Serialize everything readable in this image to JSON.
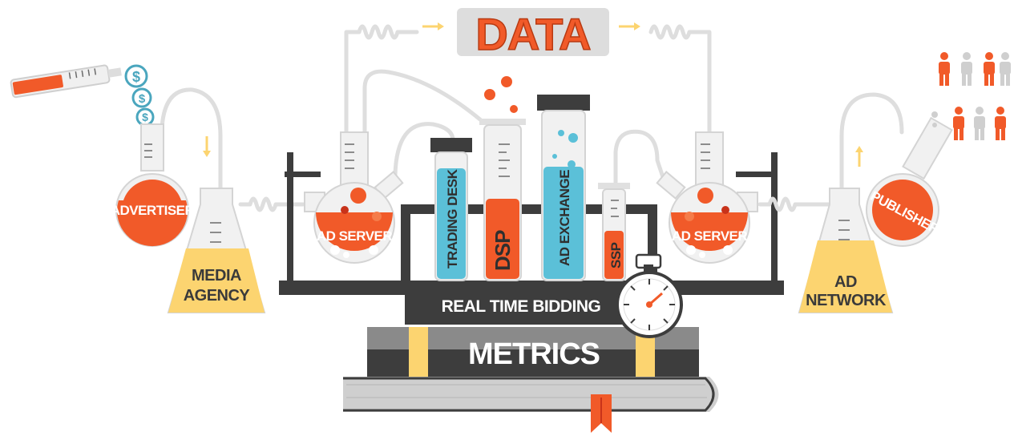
{
  "title": "DATA",
  "base": {
    "rtb_label": "REAL TIME BIDDING",
    "metrics_label": "METRICS"
  },
  "flasks": {
    "advertiser": "ADVERTISER",
    "media_agency_line1": "MEDIA",
    "media_agency_line2": "AGENCY",
    "ad_server_left": "AD SERVER",
    "ad_server_right": "AD SERVER",
    "ad_network_line1": "AD",
    "ad_network_line2": "NETWORK",
    "publisher": "PUBLISHER"
  },
  "tubes": {
    "trading_desk": "TRADING DESK",
    "dsp": "DSP",
    "ad_exchange": "AD EXCHANGE",
    "ssp": "SSP"
  },
  "coins": [
    "$",
    "$",
    "$"
  ],
  "colors": {
    "orange": "#f15a29",
    "yellow": "#fcd470",
    "blue": "#5bc0d8",
    "dark": "#3d3d3d",
    "glass": "#f1f1f1",
    "pipe": "#dedede"
  },
  "icons": [
    "syringe-icon",
    "dollar-coin-icon",
    "stopwatch-icon",
    "person-icon",
    "bookmark-icon",
    "arrow-icon"
  ]
}
